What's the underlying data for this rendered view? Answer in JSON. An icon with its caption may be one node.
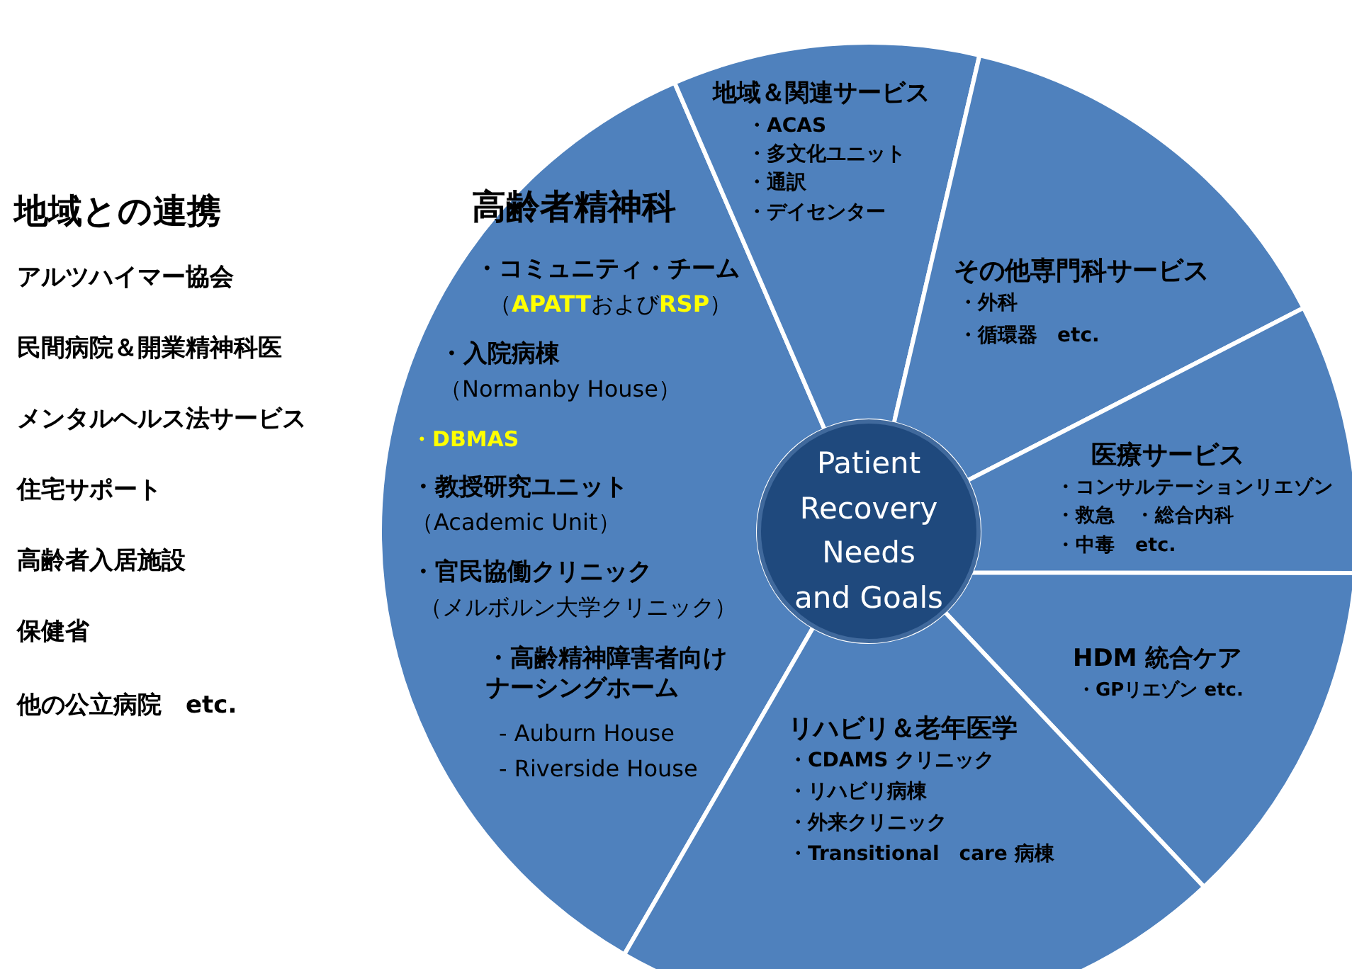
{
  "diagram": {
    "nodes": [
      {
        "text": [
          "高齢者精神科",
          "・コミュニティ・チーム",
          "（**APATT**および**RSP**）",
          "・入院病棟",
          "（Normanby House）",
          "・DBMAS",
          "・教授研究ユニット",
          "（Academic Unit）",
          "・官民協働クリニック",
          "（メルボルン大学クリニック）",
          "・高齢精神障害者向けナーシングホーム",
          "- Auburn House",
          "- Riverside House"
        ]
      },
      {
        "text": [
          "地域＆関連サービス",
          "・ACAS",
          "・多文化ユニット",
          "・通訳",
          "・デイセンター"
        ]
      },
      {
        "text": [
          "その他専門科サービス",
          "・外科",
          "・循環器　etc."
        ]
      },
      {
        "text": [
          "医療サービス",
          "・コンサルテーションリエゾン",
          "・救急　・総合内科",
          "・中毒　etc."
        ]
      },
      {
        "text": [
          "HDM 統合ケア",
          "・GPリエゾン etc."
        ]
      },
      {
        "text": [
          "リハビリ＆老年医学",
          "・CDAMS クリニック",
          "・リハビリ病棟",
          "・外来クリニック",
          "・Transitional　care 病棟"
        ]
      },
      {
        "text": [
          "Patient Recovery Needs and Goals"
        ]
      }
    ],
    "labels": [
      "地域との連携",
      "アルツハイマー協会",
      "民間病院＆開業精神科医",
      "メンタルヘルス法サービス",
      "住宅サポート",
      "高齢者入居施設",
      "保健省",
      "他の公立病院　etc."
    ]
  }
}
